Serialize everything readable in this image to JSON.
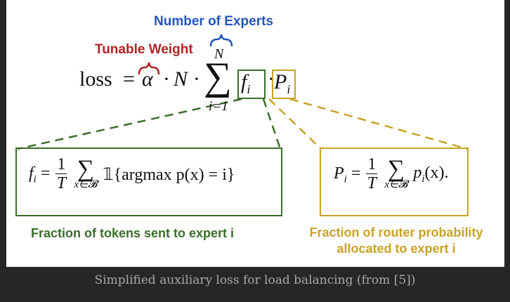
{
  "labels": {
    "number_of_experts": "Number of Experts",
    "tunable_weight": "Tunable Weight",
    "fraction_tokens": "Fraction of tokens sent to expert i",
    "fraction_router_line1": "Fraction of router probability",
    "fraction_router_line2": "allocated to expert i"
  },
  "equation": {
    "loss": "loss",
    "equals": "=",
    "alpha": "α",
    "dot": "·",
    "N": "N",
    "sum_upper": "N",
    "sum_lower": "i=1",
    "f_i": "f",
    "P_i": "P",
    "sub_i": "i"
  },
  "f_formula": {
    "lhs": "f",
    "one": "1",
    "T": "T",
    "sum_sub": "x∈𝓑",
    "body": "𝟙{argmax p(x) = i}"
  },
  "p_formula": {
    "lhs": "P",
    "one": "1",
    "T": "T",
    "sum_sub": "x∈𝓑",
    "body": "p",
    "body_tail": "(x)."
  },
  "caption": "Simplified auxiliary loss for load balancing (from [5])",
  "colors": {
    "blue": "#2255bb",
    "red": "#b22222",
    "green": "#3a6e2a",
    "gold": "#c9a227"
  }
}
